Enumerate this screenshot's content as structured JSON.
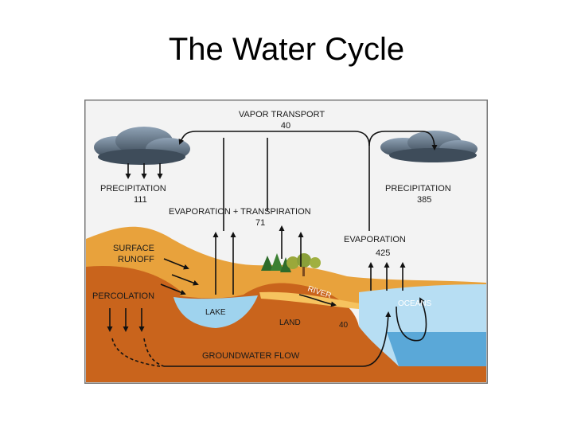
{
  "slide": {
    "title": "The Water Cycle"
  },
  "diagram": {
    "vapor_transport": {
      "label": "VAPOR TRANSPORT",
      "value": "40"
    },
    "precipitation_land": {
      "label": "PRECIPITATION",
      "value": "111"
    },
    "precipitation_ocean": {
      "label": "PRECIPITATION",
      "value": "385"
    },
    "evapotranspiration": {
      "label": "EVAPORATION + TRANSPIRATION",
      "value": "71"
    },
    "evaporation_ocean": {
      "label": "EVAPORATION",
      "value": "425"
    },
    "surface_runoff": {
      "line1": "SURFACE",
      "line2": "RUNOFF"
    },
    "percolation": {
      "label": "PERCOLATION"
    },
    "lake": {
      "label": "LAKE"
    },
    "land": {
      "label": "LAND"
    },
    "river": {
      "label": "RIVER"
    },
    "oceans": {
      "label": "OCEANS"
    },
    "runoff_value": "40",
    "groundwater": {
      "label": "GROUNDWATER FLOW"
    },
    "colors": {
      "sky": "#f3f3f3",
      "soil_light": "#e8a23c",
      "soil_dark": "#c9641c",
      "water": "#9fd3ee",
      "cloud": "#5f6f80"
    }
  }
}
